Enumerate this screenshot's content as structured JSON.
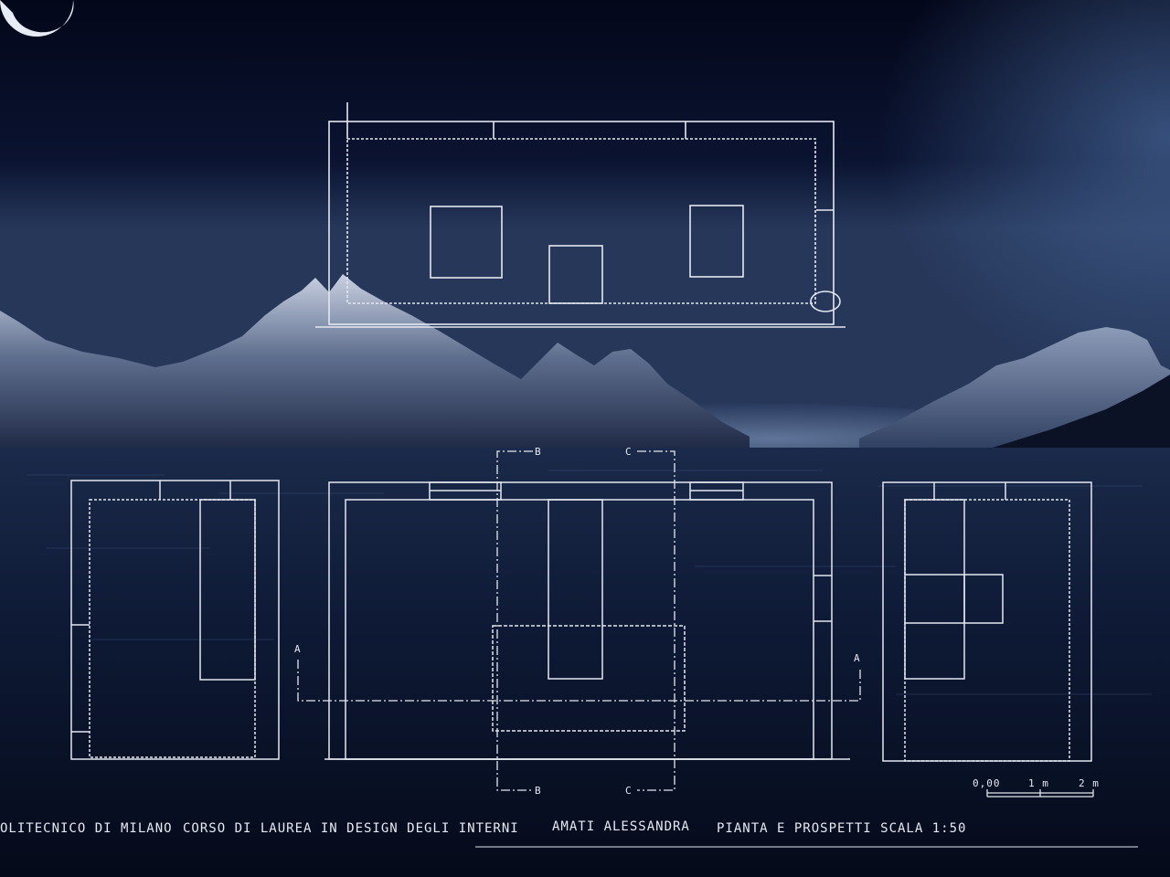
{
  "drawing": {
    "section_marks": {
      "a_left": "A",
      "a_right": "A",
      "b_top": "B",
      "b_bottom": "B",
      "c_top": "C",
      "c_bottom": "C"
    },
    "scale_bar": {
      "labels": [
        "0,00",
        "1 m",
        "2 m"
      ]
    }
  },
  "title_block": {
    "school": "OLITECNICO DI MILANO",
    "course": "CORSO DI LAUREA IN DESIGN DEGLI INTERNI",
    "author": "AMATI ALESSANDRA",
    "sheet": "PIANTA E PROSPETTI SCALA 1:50"
  },
  "colors": {
    "sky_top": "#04081a",
    "sky_bottom": "#1d2c4c",
    "water": "#0c1730",
    "line": "#e3e7f0"
  }
}
